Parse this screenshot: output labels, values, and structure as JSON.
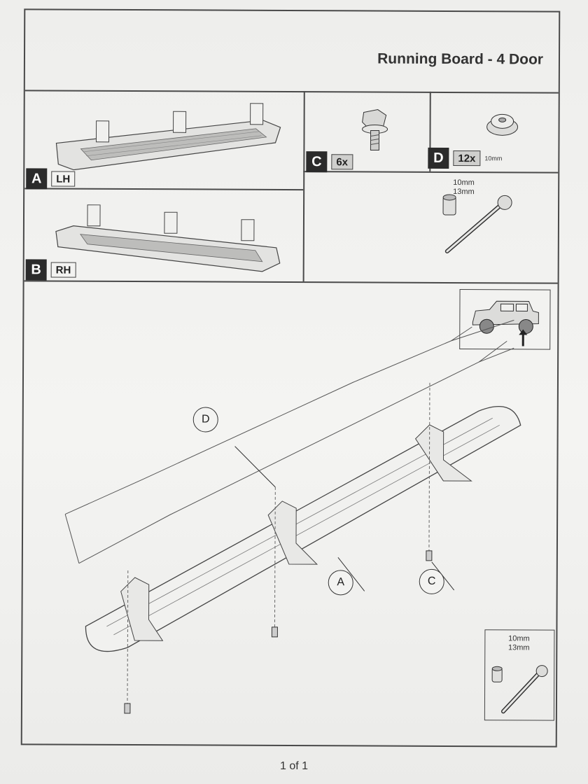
{
  "title": "Running Board - 4 Door",
  "parts": {
    "a": {
      "letter": "A",
      "side": "LH"
    },
    "b": {
      "letter": "B",
      "side": "RH"
    },
    "c": {
      "letter": "C",
      "qty": "6x"
    },
    "d": {
      "letter": "D",
      "qty": "12x",
      "size": "10mm"
    }
  },
  "tools": {
    "top": {
      "size1": "10mm",
      "size2": "13mm"
    },
    "bottom": {
      "size1": "10mm",
      "size2": "13mm"
    }
  },
  "callouts": {
    "d": "D",
    "a": "A",
    "c": "C"
  },
  "footer": {
    "page": "1 of 1"
  },
  "colors": {
    "label_bg": "#2b2b2b",
    "line": "#4a4a4a",
    "paper": "#eeeeec"
  }
}
